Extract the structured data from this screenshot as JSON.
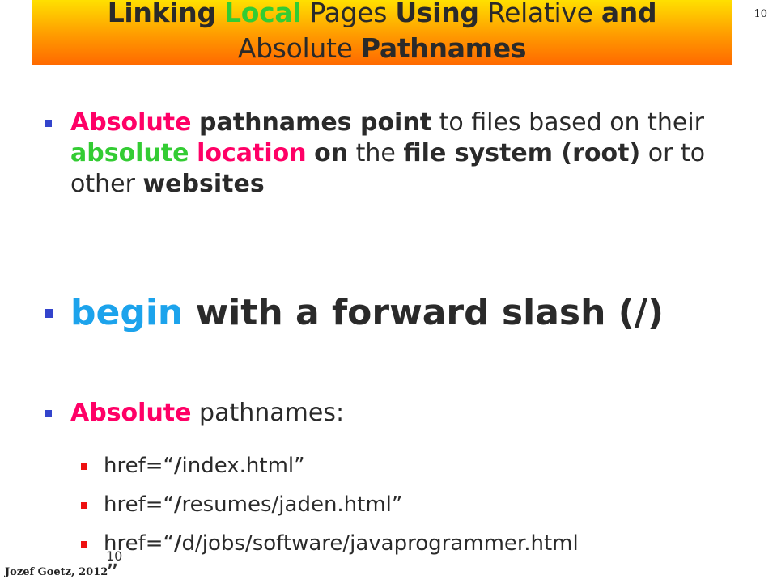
{
  "slide_number": "10",
  "title": {
    "w1": "Linking",
    "w2": "Local",
    "w3": "Pages",
    "w4": "Using",
    "w5": "Relative",
    "w6": "and",
    "w7": "Absolute",
    "w8": "Pathnames"
  },
  "bullet1": {
    "p1": "Absolute",
    "p2": "pathnames point",
    "p3": "to files based on their",
    "p4": "absolute",
    "p5": "location",
    "p6": "on",
    "p7": "the",
    "p8": "file system (root)",
    "p9": "or to other",
    "p10": "websites"
  },
  "bullet2": {
    "p1": "begin",
    "p2": "with a forward slash (/)"
  },
  "bullet3": {
    "p1": "Absolute",
    "p2": "pathnames:"
  },
  "sub_items": [
    {
      "pre": "href=“",
      "slash": "/",
      "rest": "index.html”"
    },
    {
      "pre": "href=“",
      "slash": "/",
      "rest": "resumes/jaden.html”"
    },
    {
      "pre": "href=“",
      "slash": "/",
      "rest": "d/jobs/software/javaprogrammer.html"
    }
  ],
  "footer": {
    "author": "Jozef Goetz, 2012",
    "page": "10",
    "quote": "”"
  },
  "colors": {
    "title_gradient_top": "#ffe000",
    "title_gradient_bottom": "#ff6a00",
    "green": "#33cc33",
    "magenta": "#ff0066",
    "cyan": "#1ca3ec",
    "bullet_blue": "#3344cc",
    "bullet_red": "#ee1111"
  }
}
